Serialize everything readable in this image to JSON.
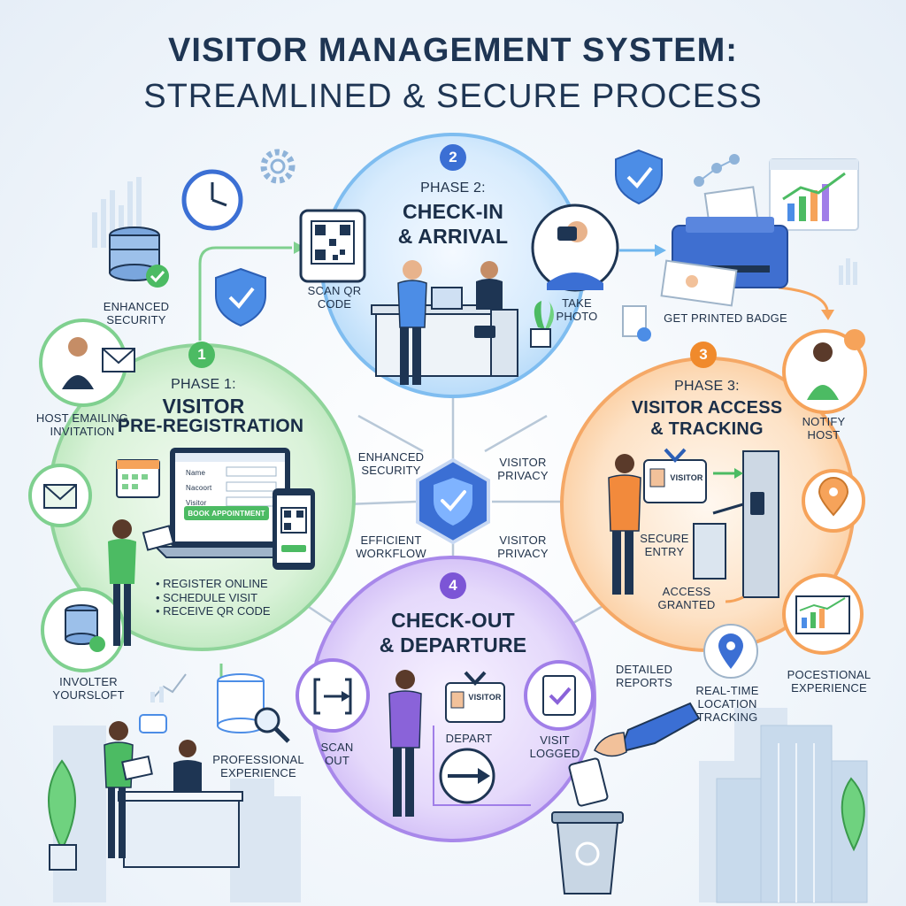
{
  "title": {
    "line1": "Visitor Management System:",
    "line2": "Streamlined & Secure Process"
  },
  "phases": [
    {
      "number": "1",
      "label": "Phase 1:",
      "name_line1": "Visitor",
      "name_line2": "Pre-Registration",
      "color": "#7fd08f",
      "form": {
        "field1": "Name",
        "field2": "Nacoort",
        "field3": "Visitor",
        "button": "Book Appointment"
      },
      "bullets": [
        "Register online",
        "Schedule visit",
        "Receive QR code"
      ]
    },
    {
      "number": "2",
      "label": "Phase 2:",
      "name_line1": "Check-In",
      "name_line2": "& Arrival",
      "color": "#6fb6ee",
      "steps": [
        "Scan QR code",
        "Take photo"
      ]
    },
    {
      "number": "3",
      "label": "Phase 3:",
      "name_line1": "Visitor Access",
      "name_line2": "& Tracking",
      "color": "#f6a35a",
      "badge_text": "Visitor",
      "steps": [
        "Secure entry",
        "Access granted"
      ]
    },
    {
      "number": "4",
      "label": "",
      "name_line1": "Check-Out",
      "name_line2": "& Departure",
      "color": "#a07ee8",
      "badge_text": "Visitor",
      "steps": [
        "Scan out",
        "Depart",
        "Visit logged"
      ]
    }
  ],
  "center": {
    "top_left": "Enhanced security",
    "top_right": "Visitor privacy",
    "bottom_left": "Efficient workflow",
    "bottom_right": "Visitor privacy"
  },
  "side_labels": {
    "enhanced_security": "Enhanced security",
    "host_emailing": "Host emailing invitation",
    "involter": "Involter yoursloft",
    "professional": "Professional experience",
    "printed_badge": "Get printed badge",
    "notify_host": "Notify host",
    "detailed_reports": "Detailed reports",
    "location": "Real-time location tracking",
    "pocestional": "Pocestional experience"
  },
  "colors": {
    "green": "#7fd08f",
    "blue": "#6fb6ee",
    "orange": "#f6a35a",
    "purple": "#a07ee8",
    "navy": "#1e3553"
  },
  "icons": [
    "clock-icon",
    "gear-icon",
    "database-icon",
    "shield-icon",
    "qr-code-icon",
    "camera-icon",
    "printer-icon",
    "bar-chart-icon",
    "envelope-icon",
    "calendar-icon",
    "laptop-icon",
    "phone-icon",
    "map-pin-icon",
    "badge-icon",
    "turnstile-icon",
    "scan-out-icon",
    "checklist-icon",
    "exit-arrow-icon",
    "recycle-bin-icon",
    "city-icon",
    "plant-icon"
  ]
}
